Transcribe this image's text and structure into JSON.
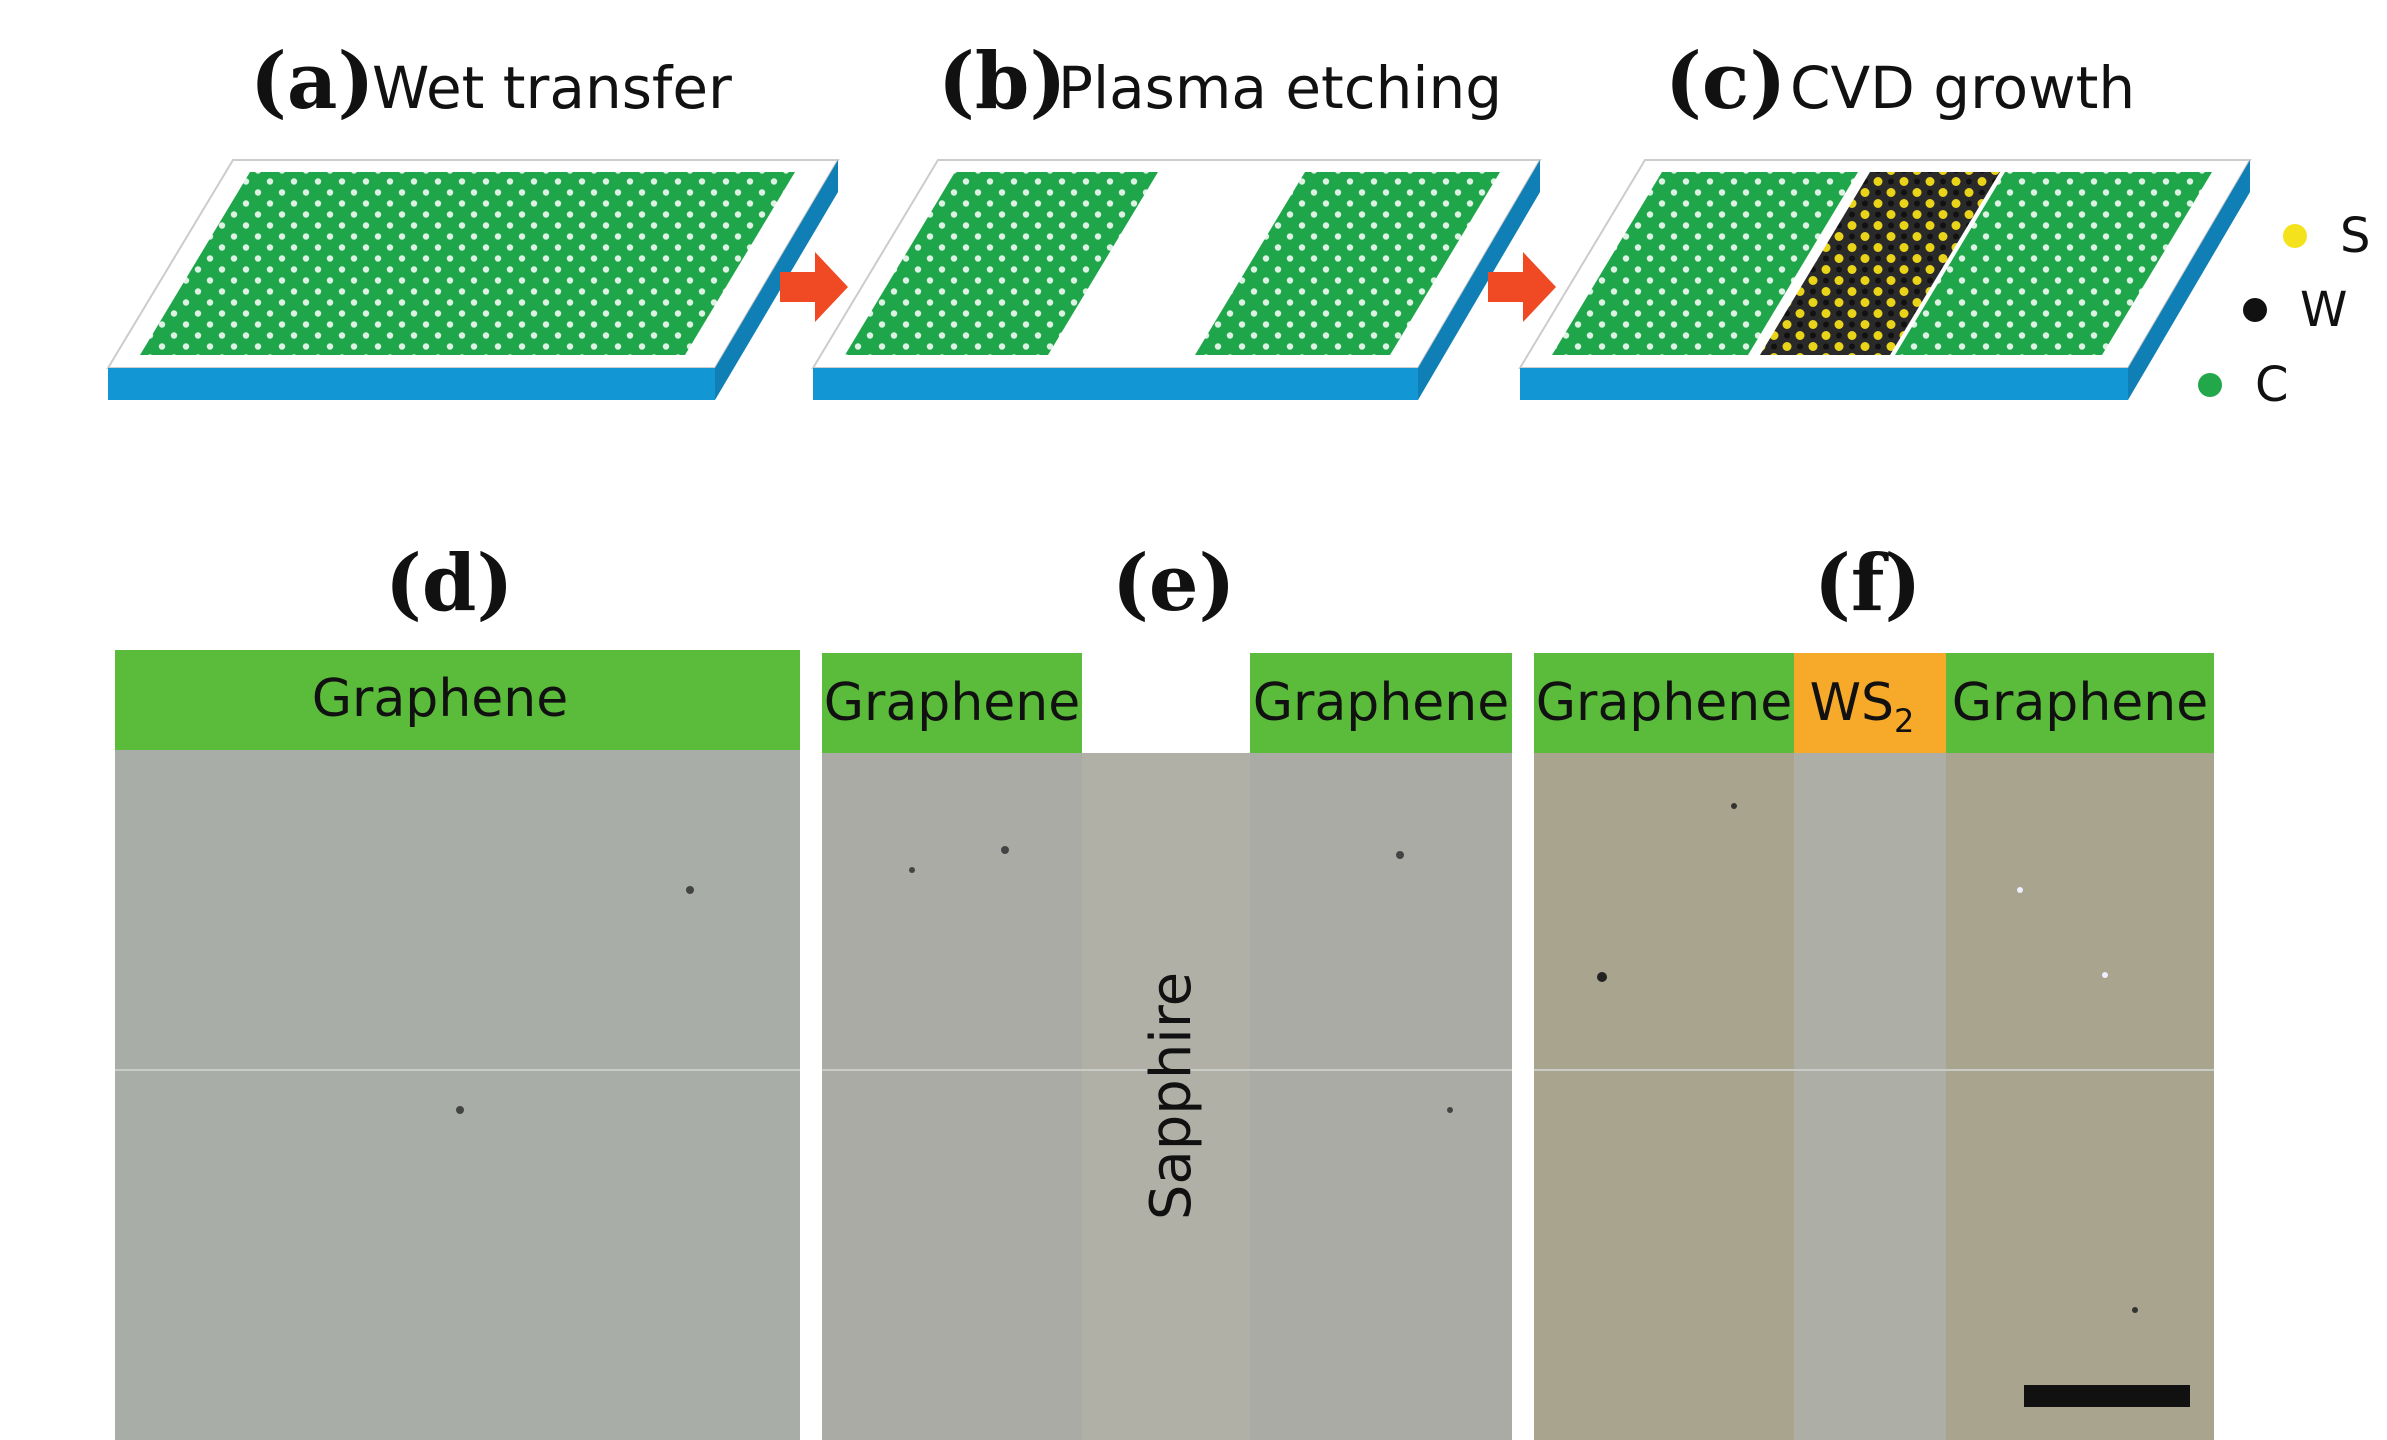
{
  "panels": {
    "a": {
      "letter": "(a)",
      "caption": "Wet transfer"
    },
    "b": {
      "letter": "(b)",
      "caption": "Plasma etching"
    },
    "c": {
      "letter": "(c)",
      "caption": "CVD growth"
    },
    "d": {
      "letter": "(d)",
      "bar": [
        "Graphene"
      ]
    },
    "e": {
      "letter": "(e)",
      "bar": [
        "Graphene",
        "Graphene"
      ],
      "gap_label": "Sapphire"
    },
    "f": {
      "letter": "(f)",
      "bar": [
        "Graphene",
        "WS",
        "2",
        "Graphene"
      ]
    }
  },
  "legend": [
    {
      "label": "S",
      "color": "#f4e21c"
    },
    {
      "label": "W",
      "color": "#111111"
    },
    {
      "label": "C",
      "color": "#22a84a"
    }
  ],
  "colors": {
    "graphene": "#5bbb3a",
    "ws2": "#f7a92a",
    "substrate_side": "#1296d4",
    "arrow": "#f04a24",
    "lattice": "#1fa64a",
    "micro_graphene_d": "#a8ada8",
    "micro_sapphire": "#b0b0a6",
    "micro_graphene_f": "#a9a48e",
    "micro_ws2": "#adafa6"
  },
  "icons": {
    "arrow": "process-arrow-icon",
    "scale_bar": "scale-bar"
  }
}
